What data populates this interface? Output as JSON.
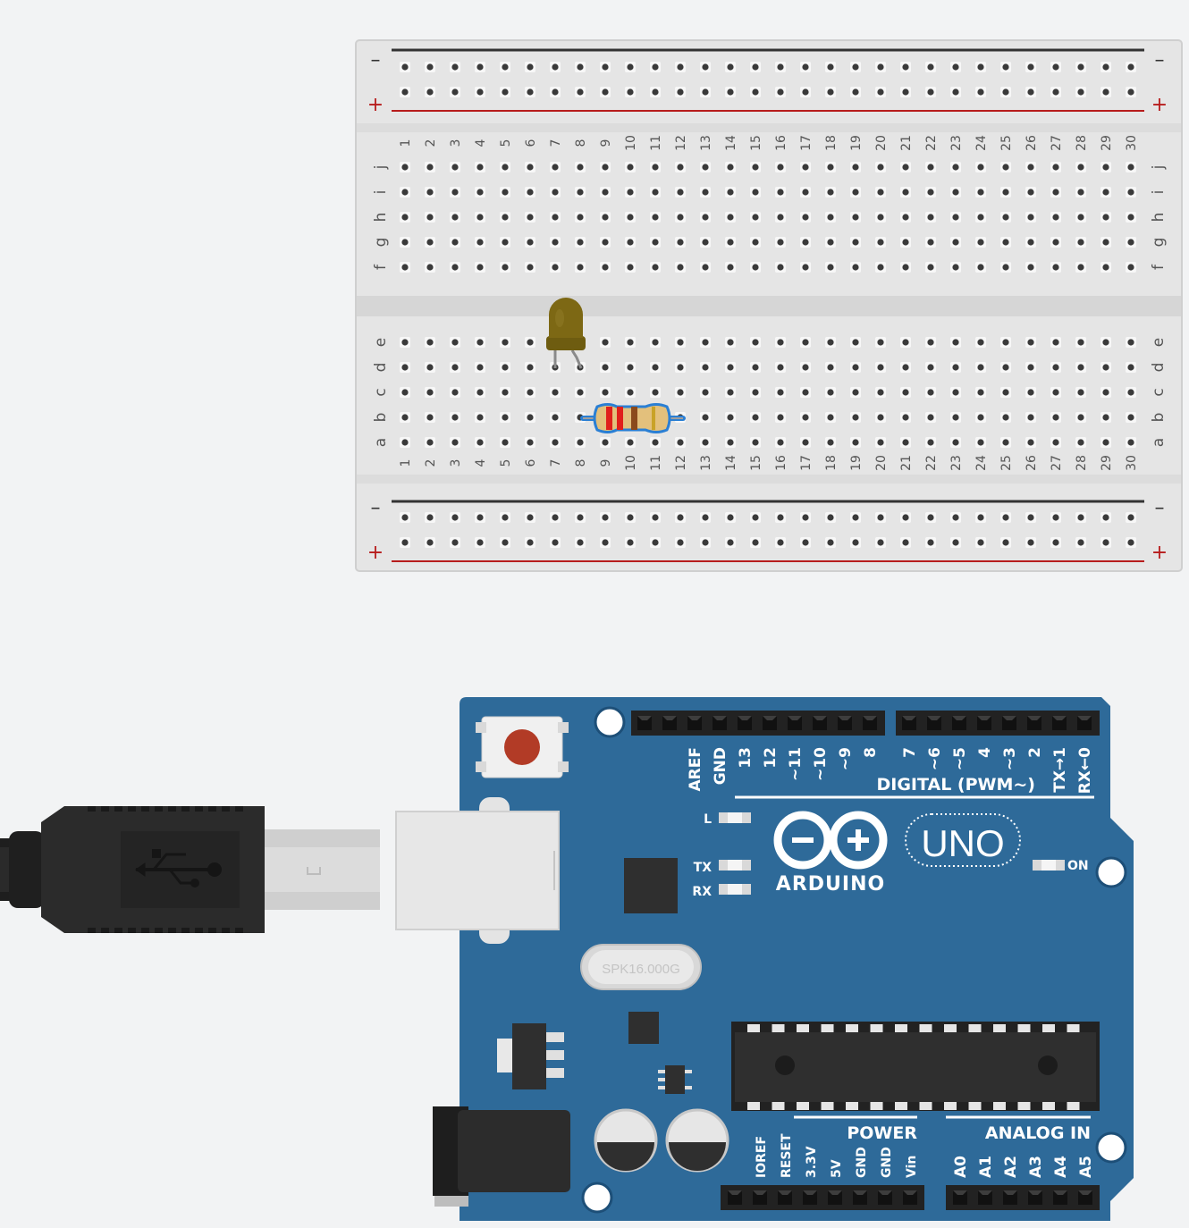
{
  "breadboard": {
    "minus_label": "–",
    "plus_label": "+",
    "column_numbers": [
      "1",
      "2",
      "3",
      "4",
      "5",
      "6",
      "7",
      "8",
      "9",
      "10",
      "11",
      "12",
      "13",
      "14",
      "15",
      "16",
      "17",
      "18",
      "19",
      "20",
      "21",
      "22",
      "23",
      "24",
      "25",
      "26",
      "27",
      "28",
      "29",
      "30"
    ],
    "top_row_labels": [
      "j",
      "i",
      "h",
      "g",
      "f"
    ],
    "bottom_row_labels": [
      "e",
      "d",
      "c",
      "b",
      "a"
    ]
  },
  "arduino": {
    "logo_text": "ARDUINO",
    "model": "UNO",
    "digital_header_label": "DIGITAL (PWM~)",
    "digital_pins_left": [
      "AREF",
      "GND",
      "13",
      "12",
      "~11",
      "~10",
      "~9",
      "8"
    ],
    "digital_pins_right": [
      "7",
      "~6",
      "~5",
      "4",
      "~3",
      "2",
      "TX→1",
      "RX←0"
    ],
    "led_labels": {
      "l": "L",
      "tx": "TX",
      "rx": "RX",
      "on": "ON"
    },
    "crystal_label": "SPK16.000G",
    "power_header_label": "POWER",
    "power_pins": [
      "IOREF",
      "RESET",
      "3.3V",
      "5V",
      "GND",
      "GND",
      "Vin"
    ],
    "analog_header_label": "ANALOG IN",
    "analog_pins": [
      "A0",
      "A1",
      "A2",
      "A3",
      "A4",
      "A5"
    ]
  },
  "components": {
    "led": {
      "name": "led-icon",
      "color": "#7d6814"
    },
    "resistor": {
      "name": "resistor-icon",
      "bands": [
        "#e0201b",
        "#e0201b",
        "#8b4a1c",
        "#c9a227"
      ]
    },
    "usb_cable": {
      "name": "usb-icon"
    }
  },
  "colors": {
    "background": "#f2f3f4",
    "breadboard": "#e6e6e6",
    "arduino_board": "#2e6a99",
    "rail_red": "#b71c1c",
    "rail_dark": "#333333"
  }
}
